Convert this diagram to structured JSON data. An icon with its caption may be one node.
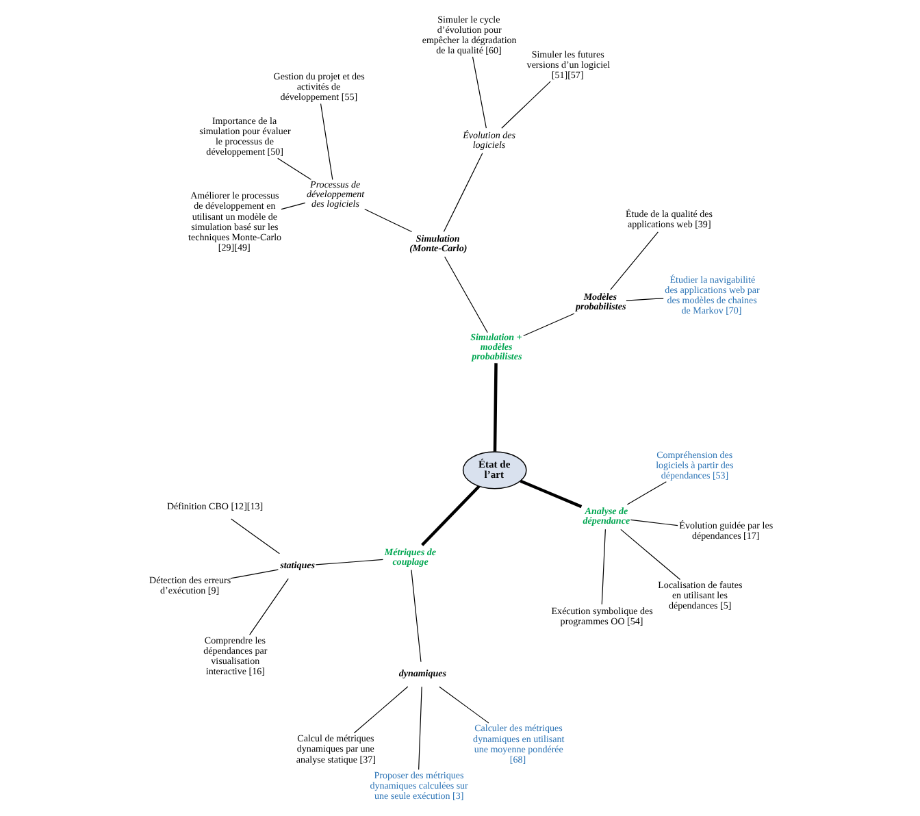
{
  "diagram": {
    "nodes": [
      {
        "text": [
          "Gestion du projet et des activités de développement [55]"
        ]
      },
      {
        "text": [
          "Simuler le cycle d’évolution pour empêcher la dégradation de la qualité [60]"
        ]
      },
      {
        "text": [
          "Simuler les futures versions d’un logiciel [51][57]"
        ]
      },
      {
        "text": [
          "Étude de la qualité des applications web [39]"
        ]
      },
      {
        "text": [
          "Importance de la simulation pour évaluer le processus de développement [50]"
        ]
      },
      {
        "text": [
          "Processus de développement des logiciels"
        ]
      },
      {
        "text": [
          "Évolution des logiciels"
        ]
      },
      {
        "text": [
          "Étudier la navigabilité des applications web par des modèles de chaines de Markov [70]"
        ]
      },
      {
        "text": [
          "Modèles probabilistes"
        ]
      },
      {
        "text": [
          "Simulation (Monte-Carlo)"
        ]
      },
      {
        "text": [
          "Améliorer le processus de développement en utilisant un modèle de simulation basé sur les techniques Monte-Carlo [29][49]"
        ]
      },
      {
        "text": [
          "Simulation + modèles probabilistes"
        ]
      },
      {
        "text": [
          "Compréhension des logiciels à partir des dépendances [53]"
        ]
      },
      {
        "text": [
          "État de l’art"
        ]
      },
      {
        "text": [
          "Évolution guidée par les dépendances [17]"
        ]
      },
      {
        "text": [
          "Analyse de dépendance"
        ]
      },
      {
        "text": [
          "Métriques de couplage"
        ]
      },
      {
        "text": [
          "Définition CBO [12][13]"
        ]
      },
      {
        "text": [
          "Localisation de fautes en utilisant les dépendances [5]"
        ]
      },
      {
        "text": [
          "Détection des erreurs d’exécution [9]"
        ]
      },
      {
        "text": [
          "statiques"
        ]
      },
      {
        "text": [
          "dynamiques"
        ]
      },
      {
        "text": [
          "Calculer des métriques dynamiques en utilisant une moyenne pondérée [68]"
        ]
      },
      {
        "text": [
          "Exécution symbolique des programmes OO [54]"
        ]
      },
      {
        "text": [
          "Proposer des métriques dynamiques calculées sur une seule exécution [3]"
        ]
      },
      {
        "text": [
          "Comprendre les dépendances par visualisation interactive [16]"
        ]
      },
      {
        "text": [
          "Calcul de métriques dynamiques par une analyse statique [37]"
        ]
      }
    ],
    "edges": [
      {
        "from": 13,
        "to": 11,
        "arrow": "none",
        "style": "thick"
      },
      {
        "from": 11,
        "to": 9,
        "arrow": "none"
      },
      {
        "from": 11,
        "to": 8,
        "arrow": "none"
      },
      {
        "from": 9,
        "to": 5,
        "arrow": "none"
      },
      {
        "from": 9,
        "to": 6,
        "arrow": "none"
      },
      {
        "from": 5,
        "to": 0,
        "arrow": "none"
      },
      {
        "from": 5,
        "to": 4,
        "arrow": "none"
      },
      {
        "from": 5,
        "to": 10,
        "arrow": "none"
      },
      {
        "from": 6,
        "to": 1,
        "arrow": "none"
      },
      {
        "from": 6,
        "to": 2,
        "arrow": "none"
      },
      {
        "from": 8,
        "to": 3,
        "arrow": "none"
      },
      {
        "from": 8,
        "to": 7,
        "arrow": "none"
      },
      {
        "from": 13,
        "to": 15,
        "arrow": "none",
        "style": "thick"
      },
      {
        "from": 15,
        "to": 12,
        "arrow": "none"
      },
      {
        "from": 15,
        "to": 14,
        "arrow": "none"
      },
      {
        "from": 15,
        "to": 18,
        "arrow": "none"
      },
      {
        "from": 15,
        "to": 23,
        "arrow": "none"
      },
      {
        "from": 13,
        "to": 16,
        "arrow": "none",
        "style": "thick"
      },
      {
        "from": 16,
        "to": 20,
        "arrow": "none"
      },
      {
        "from": 16,
        "to": 21,
        "arrow": "none"
      },
      {
        "from": 20,
        "to": 17,
        "arrow": "none"
      },
      {
        "from": 20,
        "to": 19,
        "arrow": "none"
      },
      {
        "from": 20,
        "to": 25,
        "arrow": "none"
      },
      {
        "from": 21,
        "to": 22,
        "arrow": "none"
      },
      {
        "from": 21,
        "to": 24,
        "arrow": "none"
      },
      {
        "from": 21,
        "to": 26,
        "arrow": "none"
      }
    ]
  }
}
